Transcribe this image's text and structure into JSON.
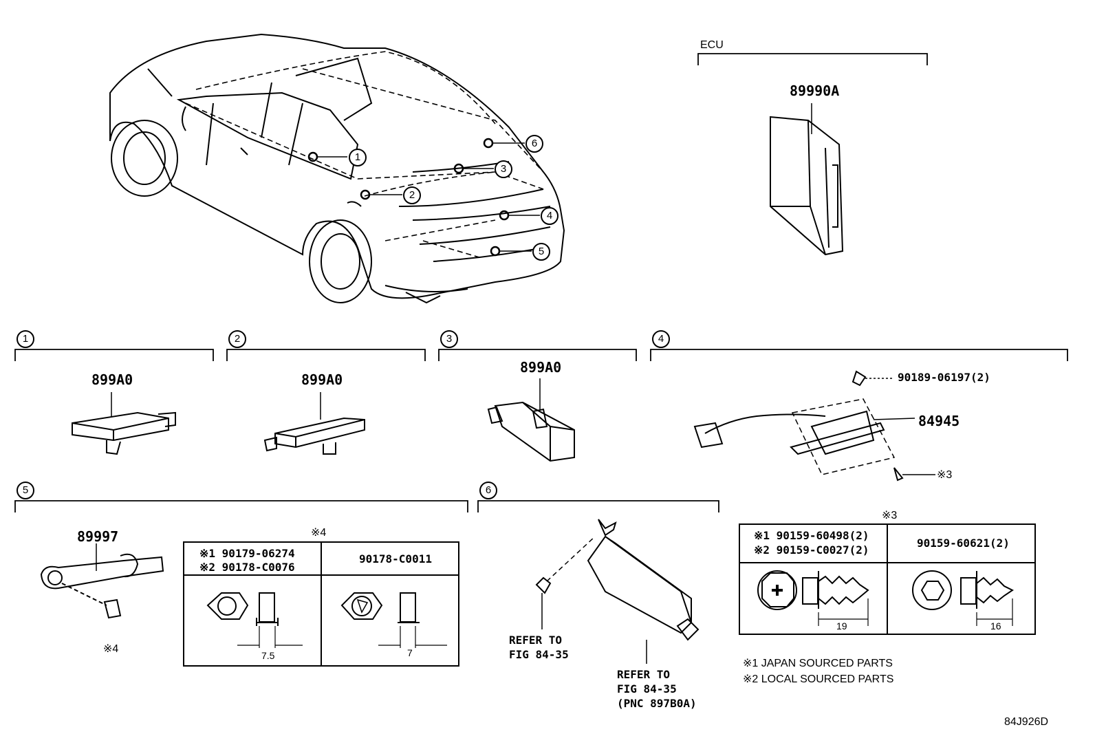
{
  "ecu": {
    "label": "ECU",
    "part": "89990A"
  },
  "callouts": [
    "1",
    "2",
    "3",
    "4",
    "5",
    "6"
  ],
  "sections": {
    "s1": {
      "num": "1",
      "part": "899A0"
    },
    "s2": {
      "num": "2",
      "part": "899A0"
    },
    "s3": {
      "num": "3",
      "part": "899A0"
    },
    "s4": {
      "num": "4",
      "bolt": "90189-06197(2)",
      "bracket": "84945",
      "screw_note": "※3"
    },
    "s5": {
      "num": "5",
      "part": "89997",
      "nut_note": "※4"
    },
    "s6": {
      "num": "6",
      "refer1": [
        "REFER TO",
        "FIG 84-35"
      ],
      "refer2": [
        "REFER TO",
        "FIG 84-35",
        "(PNC 897B0A)"
      ]
    }
  },
  "table4": {
    "title": "※4",
    "col1": [
      "※1 90179-06274",
      "※2 90178-C0076"
    ],
    "col2": "90178-C0011",
    "dim1": "7.5",
    "dim2": "7"
  },
  "table3": {
    "title": "※3",
    "col1": [
      "※1 90159-60498(2)",
      "※2 90159-C0027(2)"
    ],
    "col2": "90159-60621(2)",
    "dim1": "19",
    "dim2": "16"
  },
  "notes": [
    "※1 JAPAN SOURCED PARTS",
    "※2 LOCAL SOURCED PARTS"
  ],
  "figure_code": "84J926D"
}
